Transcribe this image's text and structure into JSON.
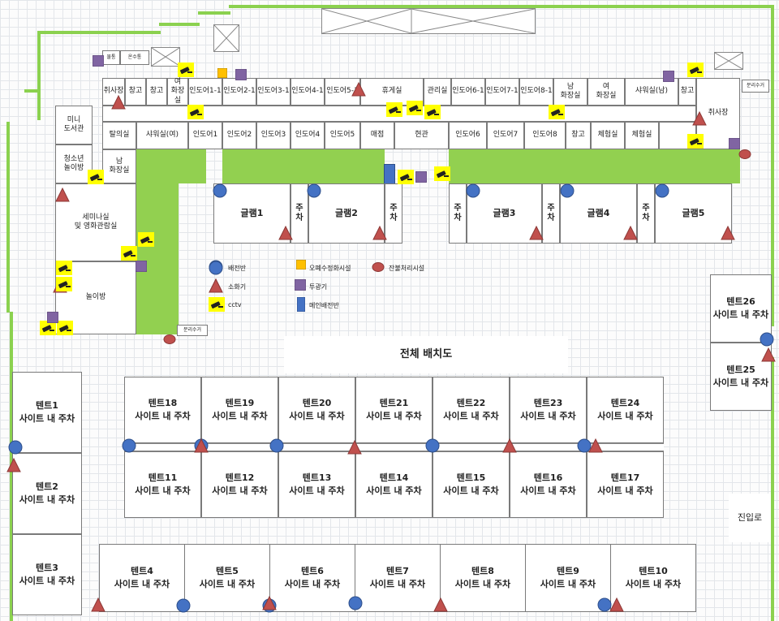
{
  "diagram": {
    "title": "전체 배치도",
    "top_small_labels": [
      "물통",
      "온수통"
    ],
    "disposal_labels": [
      "분리수거",
      "분리수거"
    ],
    "entrance": "진입로",
    "legend": {
      "panel": "배전반",
      "extinguisher": "소화기",
      "cctv": "cctv",
      "sewage": "오폐수정화시설",
      "lamp": "투광기",
      "main_panel": "메인배전반",
      "leftover": "잔불처리시설"
    },
    "top_row": [
      "취사장",
      "창고",
      "창고",
      "여\n화장실",
      "인도어1-1",
      "인도어2-1",
      "인도어3-1",
      "인도어4-1",
      "인도어5-1",
      "휴게실",
      "관리실",
      "인도어6-1",
      "인도어7-1",
      "인도어8-1",
      "남\n화장실",
      "여\n화장실",
      "샤워실(남)",
      "창고"
    ],
    "second_row": [
      "탈의실",
      "샤워실(여)",
      "인도어1",
      "인도어2",
      "인도어3",
      "인도어4",
      "인도어5",
      "매점",
      "현관",
      "인도어6",
      "인도어7",
      "인도어8",
      "창고",
      "체험실",
      "체험실"
    ],
    "right_kitchen": "취사장",
    "left_blocks": [
      "미니\n도서관",
      "청소년\n놀이방",
      "남\n화장실",
      "세미나실\n및 영화관람실",
      "놀이방"
    ],
    "glamping": [
      {
        "name": "글램1",
        "parking": "주\n차"
      },
      {
        "name": "글램2",
        "parking": "주\n차"
      },
      {
        "name": "글램3",
        "parking": "주\n차"
      },
      {
        "name": "글램4",
        "parking": "주\n차"
      },
      {
        "name": "글램5",
        "parking": "주\n차"
      }
    ],
    "tent_sub": "사이트 내 주차",
    "tents_row_top": [
      "텐트18",
      "텐트19",
      "텐트20",
      "텐트21",
      "텐트22",
      "텐트23",
      "텐트24"
    ],
    "tents_row_mid": [
      "텐트11",
      "텐트12",
      "텐트13",
      "텐트14",
      "텐트15",
      "텐트16",
      "텐트17"
    ],
    "tents_bottom": [
      "텐트4",
      "텐트5",
      "텐트6",
      "텐트7",
      "텐트8",
      "텐트9",
      "텐트10"
    ],
    "tents_left": [
      "텐트1",
      "텐트2",
      "텐트3"
    ],
    "tents_right": [
      "텐트26",
      "텐트25"
    ]
  },
  "colors": {
    "road": "#92d050",
    "panel": "#4472c4",
    "extinguisher": "#c0504d",
    "cctv": "#ffff00",
    "lamp": "#8064a2",
    "sewage": "#ffc000",
    "main_panel": "#4472c4",
    "leftover": "#c0504d"
  }
}
